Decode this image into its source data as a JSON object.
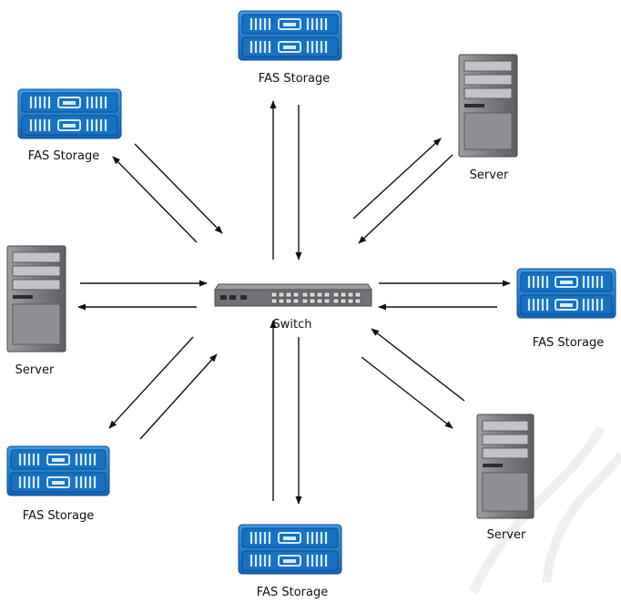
{
  "nodes": [
    {
      "id": "storage-top",
      "type": "storage",
      "label": "FAS Storage"
    },
    {
      "id": "storage-upper-left",
      "type": "storage",
      "label": "FAS Storage"
    },
    {
      "id": "server-upper-right",
      "type": "server",
      "label": "Server"
    },
    {
      "id": "server-left",
      "type": "server",
      "label": "Server"
    },
    {
      "id": "switch",
      "type": "switch",
      "label": "Switch"
    },
    {
      "id": "storage-right",
      "type": "storage",
      "label": "FAS Storage"
    },
    {
      "id": "storage-lower-left",
      "type": "storage",
      "label": "FAS Storage"
    },
    {
      "id": "server-lower-right",
      "type": "server",
      "label": "Server"
    },
    {
      "id": "storage-bottom",
      "type": "storage",
      "label": "FAS Storage"
    }
  ],
  "connections": [
    {
      "from": "switch",
      "to": "storage-top",
      "bidirectional": true
    },
    {
      "from": "switch",
      "to": "storage-upper-left",
      "bidirectional": true
    },
    {
      "from": "switch",
      "to": "server-upper-right",
      "bidirectional": true
    },
    {
      "from": "switch",
      "to": "server-left",
      "bidirectional": true
    },
    {
      "from": "switch",
      "to": "storage-right",
      "bidirectional": true
    },
    {
      "from": "switch",
      "to": "storage-lower-left",
      "bidirectional": true
    },
    {
      "from": "switch",
      "to": "server-lower-right",
      "bidirectional": true
    },
    {
      "from": "switch",
      "to": "storage-bottom",
      "bidirectional": true
    }
  ],
  "colors": {
    "storage_blue": "#1f7fd0",
    "storage_dark": "#0d4e92",
    "storage_light": "#d8ecfb",
    "server_gray": "#7e8084",
    "server_dark": "#48494c",
    "switch_gray": "#6f7175",
    "arrow": "#111111"
  }
}
